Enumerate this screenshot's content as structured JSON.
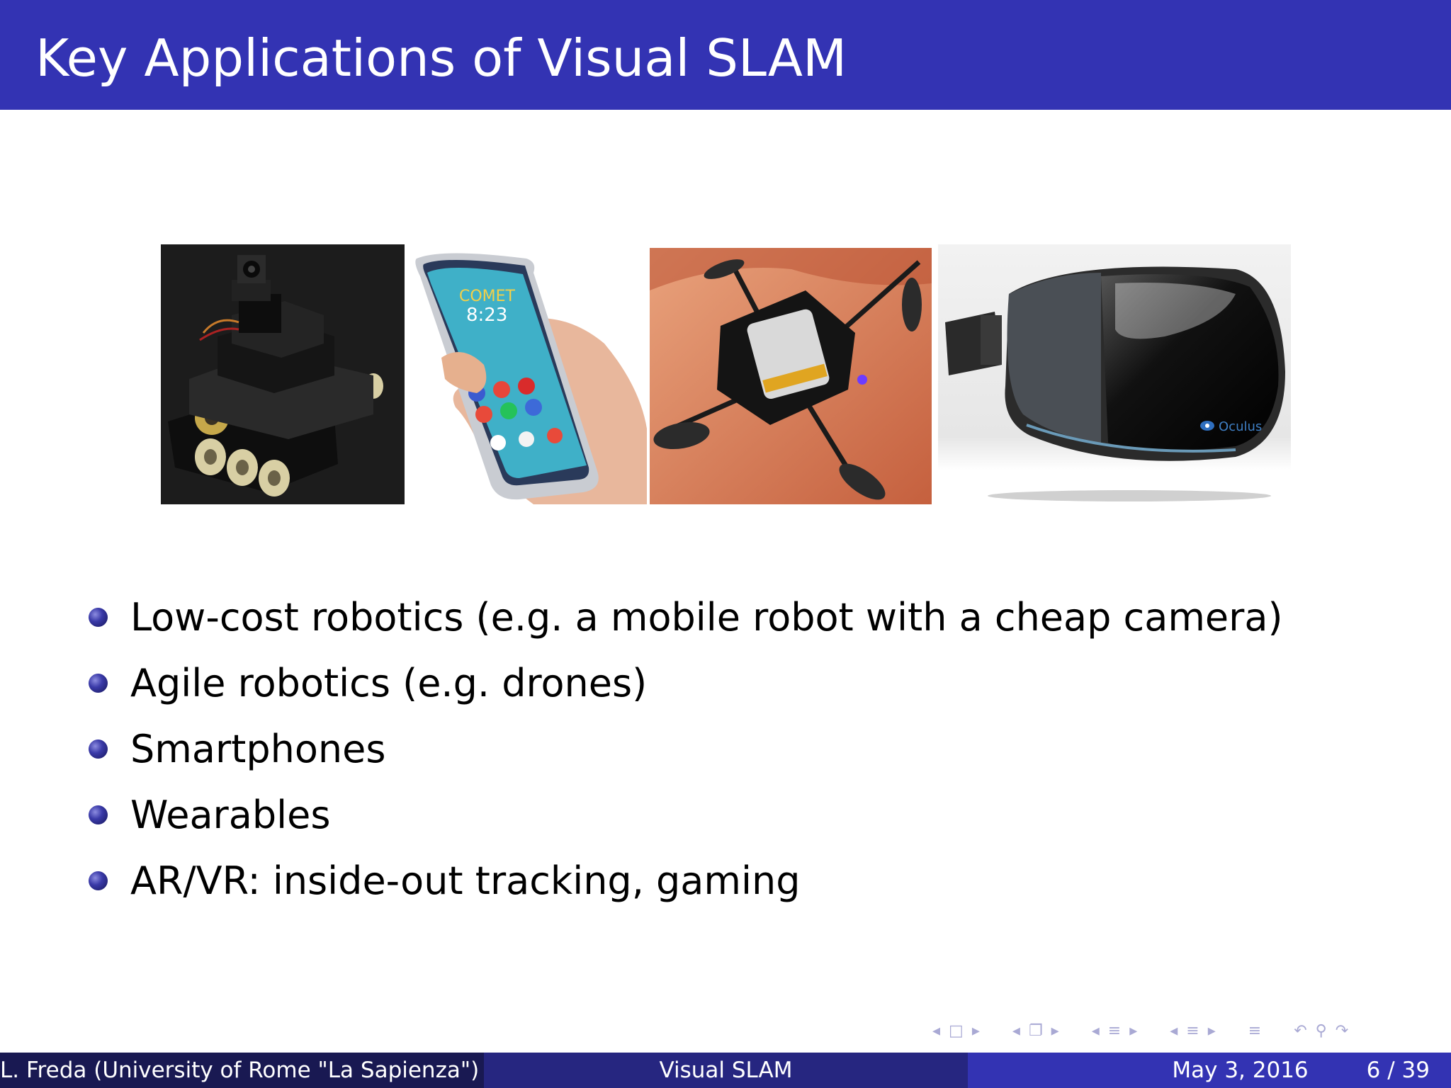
{
  "slide": {
    "title": "Key Applications of Visual SLAM"
  },
  "images": [
    {
      "name": "mobile-robot-photo",
      "icon": "tracked-robot-with-camera"
    },
    {
      "name": "smartphone-photo",
      "icon": "hand-holding-smartphone"
    },
    {
      "name": "drone-photo",
      "icon": "micro-quadcopter-on-hand"
    },
    {
      "name": "vr-headset-photo",
      "icon": "oculus-vr-headset",
      "brand_text": "Oculus"
    }
  ],
  "bullets": [
    "Low-cost robotics (e.g.  a mobile robot with a cheap camera)",
    "Agile robotics (e.g.  drones)",
    "Smartphones",
    "Wearables",
    "AR/VR: inside-out tracking, gaming"
  ],
  "footer": {
    "author": "L. Freda  (University of Rome \"La Sapienza\")",
    "talk_title": "Visual SLAM",
    "date": "May 3, 2016",
    "page": "6 / 39"
  },
  "colors": {
    "title_bar": "#3333b3",
    "footer_left": "#191952",
    "footer_mid": "#262680",
    "footer_right": "#3333b3",
    "nav_symbols": "#a9a9d4"
  }
}
